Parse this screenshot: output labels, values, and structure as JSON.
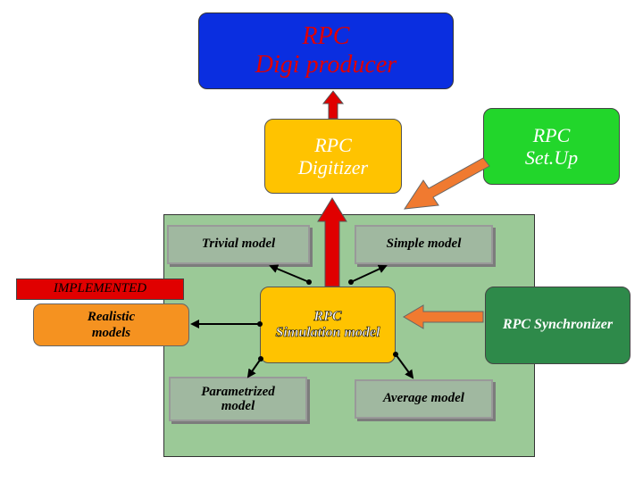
{
  "boxes": {
    "digi_producer": "RPC\nDigi producer",
    "digitizer": "RPC\nDigitizer",
    "setup": "RPC\nSet.Up",
    "trivial_model": "Trivial model",
    "simple_model": "Simple model",
    "implemented": "IMPLEMENTED",
    "realistic_models": "Realistic\nmodels",
    "simulation_model": "RPC\nSimulation model",
    "synchronizer": "RPC Synchronizer",
    "parametrized_model": "Parametrized\nmodel",
    "average_model": "Average model"
  },
  "colors": {
    "digi_producer_fill": "#0a2ee0",
    "digi_producer_text": "#e00000",
    "digitizer_fill": "#ffc300",
    "setup_fill": "#22d62b",
    "panel_fill": "#9bc997",
    "model_box_fill": "#a0b8a0",
    "implemented_fill": "#e00000",
    "realistic_fill": "#f59220",
    "synchronizer_fill": "#2e8a4a",
    "red_arrow": "#e00000",
    "orange_arrow": "#f07a30"
  }
}
